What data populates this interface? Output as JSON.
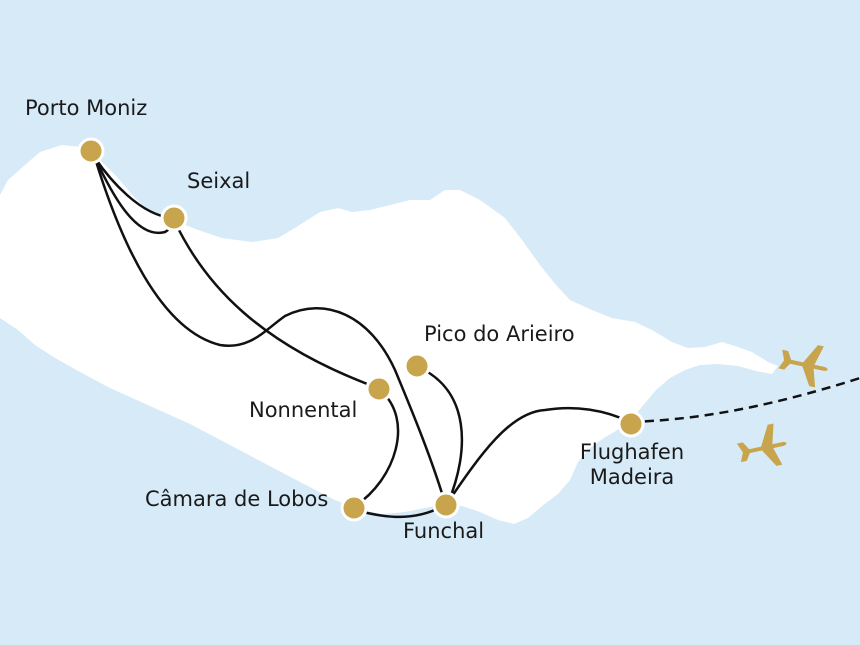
{
  "map": {
    "colors": {
      "sea": "#d6eaf7",
      "land": "#ffffff",
      "route": "#111111",
      "stop": "#c8a44d",
      "plane": "#c8a44d"
    },
    "places": {
      "porto_moniz": "Porto Moniz",
      "seixal": "Seixal",
      "pico_do_arieiro": "Pico do Arieiro",
      "nonnental": "Nonnental",
      "camara_de_lobos": "Câmara de Lobos",
      "funchal": "Funchal",
      "airport_line1": "Flughafen",
      "airport_line2": "Madeira"
    },
    "icons": [
      "airplane-icon",
      "airplane-icon"
    ]
  }
}
